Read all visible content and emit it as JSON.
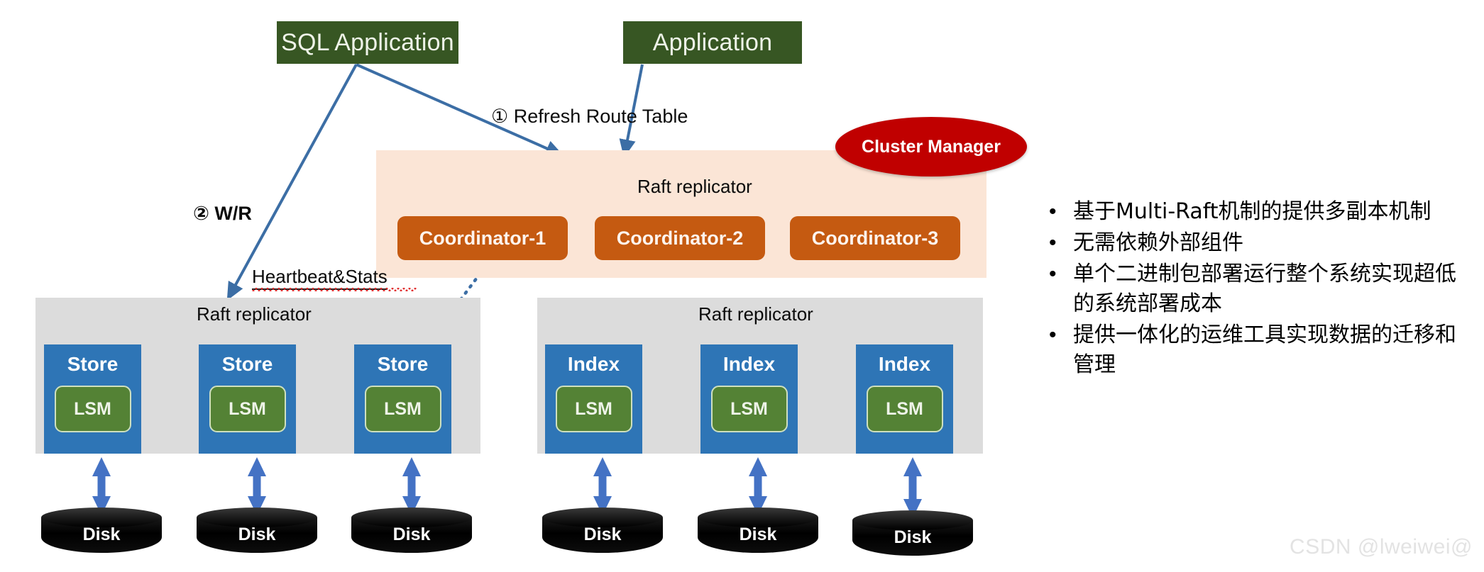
{
  "diagram": {
    "title": "Distributed storage architecture with Multi-Raft",
    "clients": [
      {
        "id": "sql-application",
        "label": "SQL Application"
      },
      {
        "id": "application",
        "label": "Application"
      }
    ],
    "cluster_manager": {
      "label": "Cluster Manager",
      "color": "#c00000"
    },
    "flow_labels": {
      "refresh_route_table": "①  Refresh Route Table",
      "write_read": "② W/R",
      "heartbeat_stats": "Heartbeat&Stats"
    },
    "raft_label": "Raft replicator",
    "coordinator_panel": {
      "color": "#fbe5d6",
      "nodes": [
        {
          "label": "Coordinator-1"
        },
        {
          "label": "Coordinator-2"
        },
        {
          "label": "Coordinator-3"
        }
      ]
    },
    "store_group": {
      "color": "#dcdcdc",
      "raft_label": "Raft replicator",
      "nodes": [
        {
          "title": "Store",
          "engine": "LSM"
        },
        {
          "title": "Store",
          "engine": "LSM"
        },
        {
          "title": "Store",
          "engine": "LSM"
        }
      ]
    },
    "index_group": {
      "color": "#dcdcdc",
      "raft_label": "Raft replicator",
      "nodes": [
        {
          "title": "Index",
          "engine": "LSM"
        },
        {
          "title": "Index",
          "engine": "LSM"
        },
        {
          "title": "Index",
          "engine": "LSM"
        }
      ]
    },
    "disks": [
      {
        "label": "Disk"
      },
      {
        "label": "Disk"
      },
      {
        "label": "Disk"
      },
      {
        "label": "Disk"
      },
      {
        "label": "Disk"
      },
      {
        "label": "Disk"
      }
    ],
    "colors": {
      "app_box": "#375623",
      "coordinator": "#c55a11",
      "unit_box": "#2e75b6",
      "lsm": "#548235",
      "arrow_blue": "#3c6ea5",
      "arrow_dark": "#2f5597",
      "disk": "#000000"
    }
  },
  "bullets": [
    {
      "dot": "•",
      "text": "基于Multi-Raft机制的提供多副本机制"
    },
    {
      "dot": "•",
      "text": "无需依赖外部组件"
    },
    {
      "dot": "•",
      "text": "单个二进制包部署运行整个系统实现超低的系统部署成本"
    },
    {
      "dot": "•",
      "text": "提供一体化的运维工具实现数据的迁移和管理"
    }
  ],
  "watermark": "CSDN @lweiwei@"
}
